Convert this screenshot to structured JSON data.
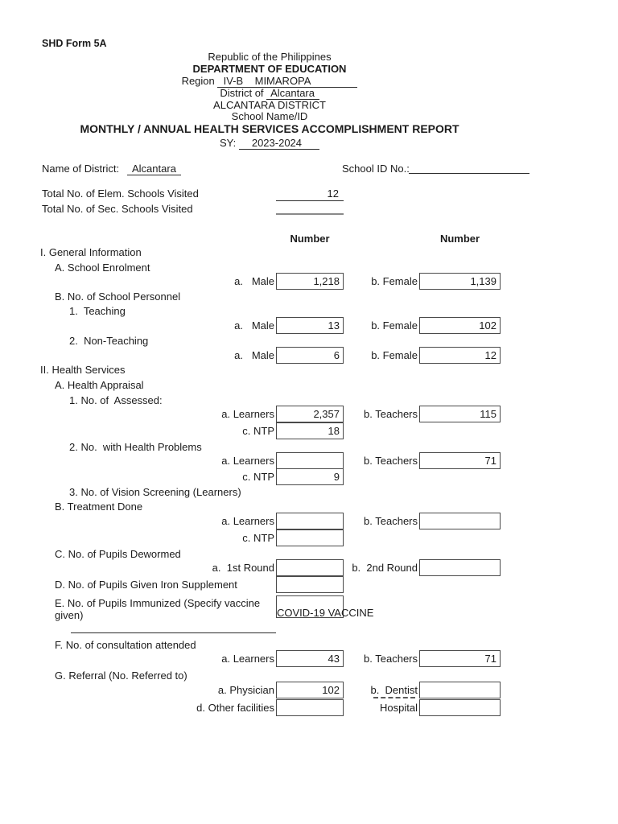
{
  "form_code": "SHD Form 5A",
  "header": {
    "republic": "Republic of the Philippines",
    "department": "DEPARTMENT OF EDUCATION",
    "region_label": "Region ",
    "region_value": "  IV-B    MIMAROPA",
    "district_of_label": "District of ",
    "district_of_value": " Alcantara ",
    "district_name": "ALCANTARA DISTRICT",
    "school_name_id": "School Name/ID",
    "title": "MONTHLY / ANNUAL HEALTH SERVICES ACCOMPLISHMENT REPORT",
    "sy_label": "SY: ",
    "sy_value": "2023-2024"
  },
  "id_row": {
    "district_label": "Name of District:",
    "district_value": "Alcantara",
    "school_id_label": "School ID No.:"
  },
  "totals": {
    "elem_label": "Total No. of Elem. Schools Visited",
    "elem_value": "12",
    "sec_label": "Total No. of Sec. Schools Visited",
    "sec_value": ""
  },
  "columns": {
    "left_header": "Number",
    "right_header": "Number"
  },
  "general": {
    "heading": "I. General Information",
    "enrolment": {
      "label": "A. School Enrolment",
      "male_label": "a.   Male",
      "male_value": "1,218",
      "female_label": "b. Female",
      "female_value": "1,139"
    },
    "personnel": {
      "label": "B. No. of School Personnel",
      "teaching": {
        "label": "1.  Teaching",
        "male_label": "a.   Male",
        "male_value": "13",
        "female_label": "b. Female",
        "female_value": "102"
      },
      "non_teaching": {
        "label": "2.  Non-Teaching",
        "male_label": "a.   Male",
        "male_value": "6",
        "female_label": "b. Female",
        "female_value": "12"
      }
    }
  },
  "health": {
    "heading": "II. Health Services",
    "appraisal": {
      "label": "A. Health Appraisal",
      "assessed": {
        "label": "1. No. of  Assessed:",
        "learners_label": "a. Learners",
        "learners_value": "2,357",
        "teachers_label": "b. Teachers",
        "teachers_value": "115",
        "ntp_label": "c. NTP",
        "ntp_value": "18"
      },
      "problems": {
        "label": "2. No.  with Health Problems",
        "learners_label": "a. Learners",
        "learners_value": "",
        "teachers_label": "b. Teachers",
        "teachers_value": "71",
        "ntp_label": "c. NTP",
        "ntp_value": "9"
      },
      "vision": {
        "label": "3. No. of Vision Screening (Learners)"
      }
    },
    "treatment": {
      "label": "B. Treatment Done",
      "learners_label": "a. Learners",
      "learners_value": "",
      "teachers_label": "b. Teachers",
      "teachers_value": "",
      "ntp_label": "c. NTP",
      "ntp_value": ""
    },
    "dewormed": {
      "label": "C. No. of Pupils Dewormed",
      "round1_label": "a.  1st Round",
      "round1_value": "",
      "round2_label": "b.  2nd Round",
      "round2_value": ""
    },
    "iron": {
      "label": "D. No. of Pupils Given Iron Supplement",
      "value": ""
    },
    "immunized": {
      "label": "E. No. of Pupils Immunized (Specify vaccine given)",
      "box_value": "",
      "vaccine_value": "COVID-19 VACCINE"
    },
    "consultation": {
      "label": "F. No. of consultation attended",
      "learners_label": "a. Learners",
      "learners_value": "43",
      "teachers_label": "b. Teachers",
      "teachers_value": "71"
    },
    "referral": {
      "label": "G. Referral (No. Referred to)",
      "physician_label": "a. Physician",
      "physician_value": "102",
      "dentist_label": "b.  Dentist",
      "dentist_value": "",
      "other_label": "d. Other facilities",
      "other_value": "",
      "hospital_label": "Hospital",
      "hospital_value": ""
    }
  }
}
